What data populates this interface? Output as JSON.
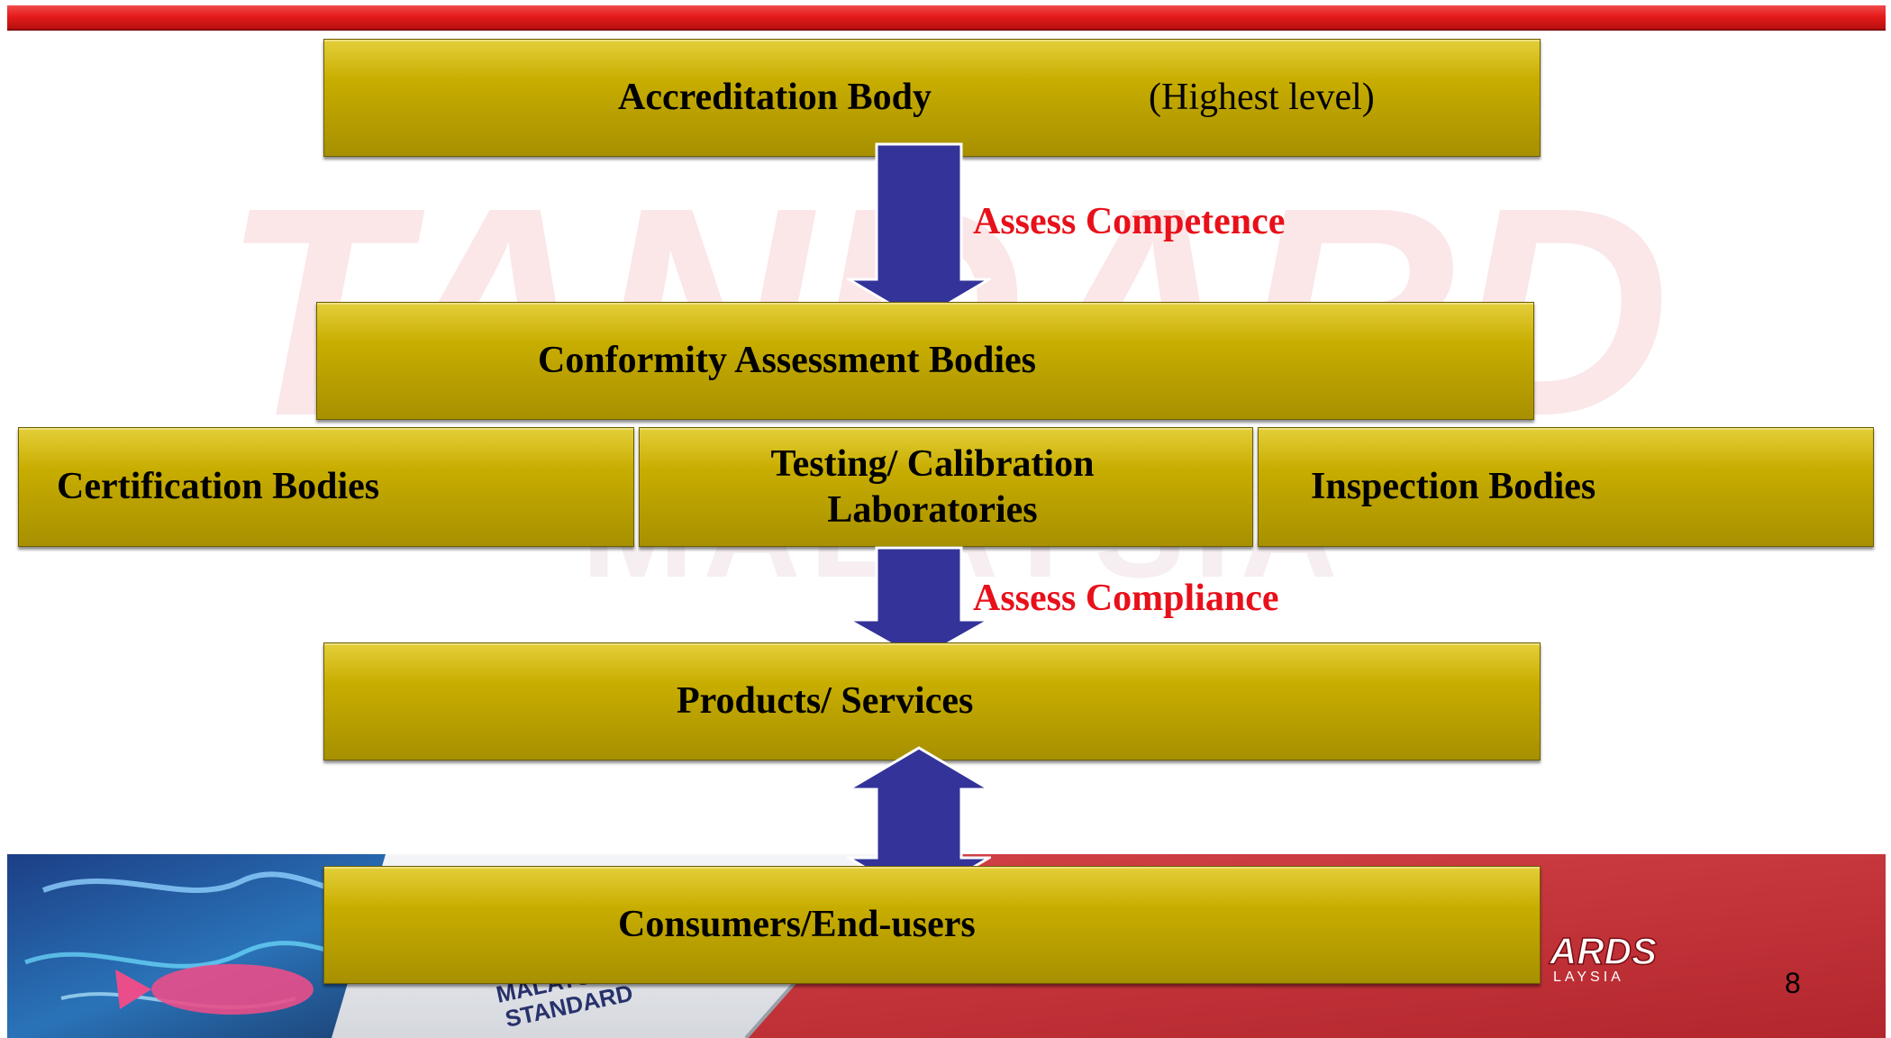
{
  "diagram": {
    "accreditation_body": {
      "label": "Accreditation Body",
      "note": "(Highest level)"
    },
    "assess_competence": "Assess Competence",
    "conformity_bodies": "Conformity Assessment Bodies",
    "certification_bodies": "Certification Bodies",
    "testing_labs": {
      "line1": "Testing/ Calibration",
      "line2": "Laboratories"
    },
    "inspection_bodies": "Inspection Bodies",
    "assess_compliance": "Assess Compliance",
    "products_services": "Products/ Services",
    "consumers": "Consumers/End-users"
  },
  "slide": {
    "page_number": "8"
  },
  "footer_graphics": {
    "book_text_1": "MALAYSIAN",
    "book_text_2": "STANDARD",
    "logo_text_1": "ARDS",
    "logo_text_2": "LAYSIA"
  },
  "watermark": {
    "line1": "STANDARDS",
    "line2": "MALAYSIA"
  },
  "colors": {
    "box_gold": "#c8ad00",
    "arrow_blue": "#33339a",
    "label_red": "#e8101a",
    "top_bar_red": "#e61c1c"
  }
}
